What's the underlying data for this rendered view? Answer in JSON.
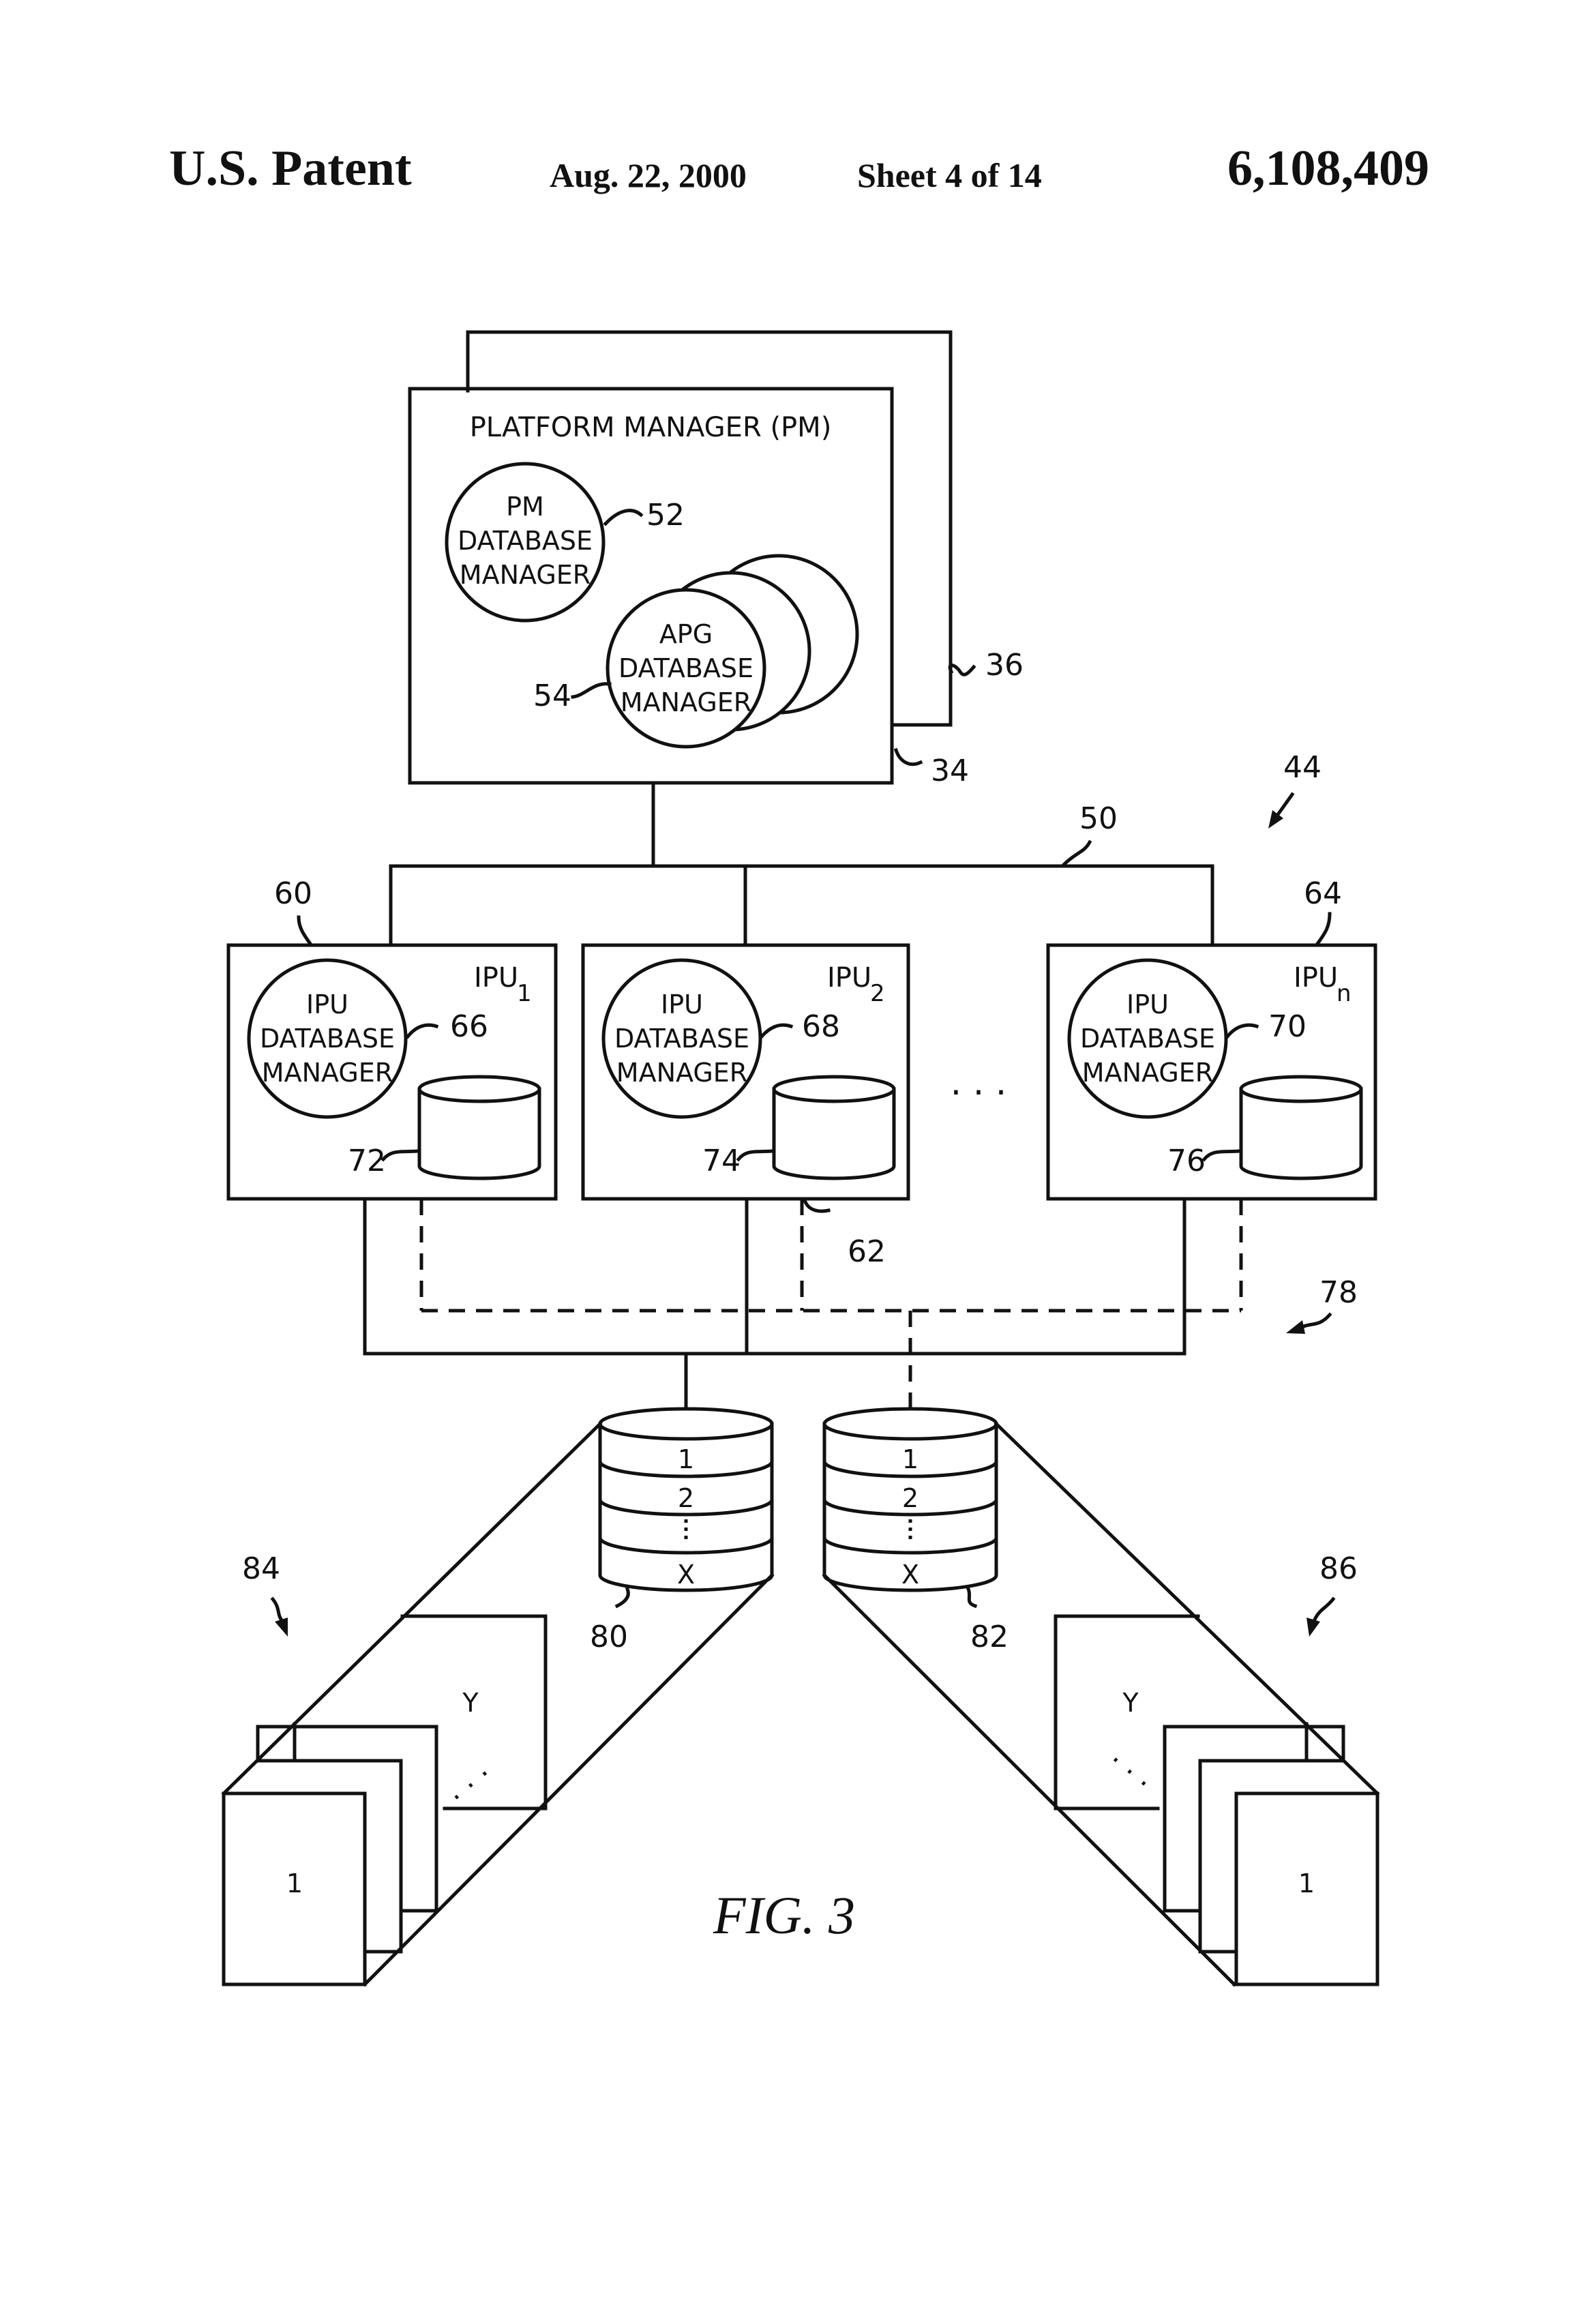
{
  "header": {
    "title": "U.S. Patent",
    "date": "Aug. 22, 2000",
    "sheet": "Sheet 4 of 14",
    "patent_number": "6,108,409"
  },
  "figure": {
    "caption": "FIG.  3",
    "platform_manager": {
      "title": "PLATFORM MANAGER (PM)",
      "ref": "34",
      "backup_ref": "36",
      "pm_db": {
        "lines": [
          "PM",
          "DATABASE",
          "MANAGER"
        ],
        "ref": "52"
      },
      "apg_db": {
        "lines": [
          "APG",
          "DATABASE",
          "MANAGER"
        ],
        "ref": "54"
      }
    },
    "system_ref": "44",
    "bus_ref": "50",
    "ipus": [
      {
        "label": "IPU",
        "sub": "1",
        "ref": "60",
        "db_lines": [
          "IPU",
          "DATABASE",
          "MANAGER"
        ],
        "db_ref": "66",
        "disk_ref": "72"
      },
      {
        "label": "IPU",
        "sub": "2",
        "ref": "62",
        "db_lines": [
          "IPU",
          "DATABASE",
          "MANAGER"
        ],
        "db_ref": "68",
        "disk_ref": "74"
      },
      {
        "label": "IPU",
        "sub": "n",
        "ref": "64",
        "db_lines": [
          "IPU",
          "DATABASE",
          "MANAGER"
        ],
        "db_ref": "70",
        "disk_ref": "76"
      }
    ],
    "ellipsis": ". . .",
    "interconnect_ref": "78",
    "storage": [
      {
        "ref": "80",
        "rows": [
          "1",
          "2",
          "X"
        ]
      },
      {
        "ref": "82",
        "rows": [
          "1",
          "2",
          "X"
        ]
      }
    ],
    "page_groups": [
      {
        "ref": "84",
        "front": "1",
        "back": "Y"
      },
      {
        "ref": "86",
        "front": "1",
        "back": "Y"
      }
    ]
  }
}
